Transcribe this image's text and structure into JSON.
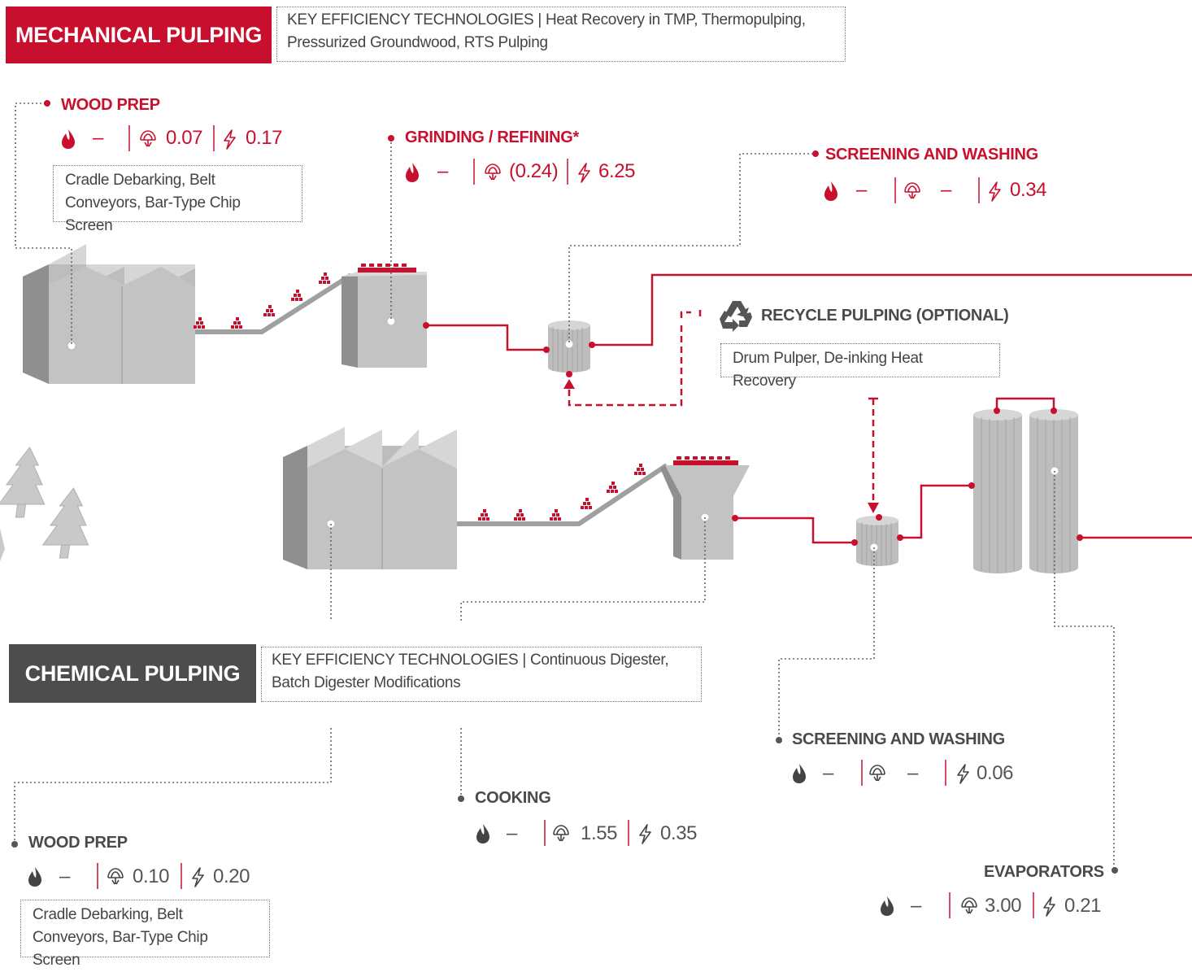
{
  "mechanical": {
    "header": "MECHANICAL PULPING",
    "key_tech": "KEY EFFICIENCY TECHNOLOGIES | Heat Recovery in TMP, Thermopulping, Pressurized Groundwood, RTS Pulping",
    "wood_prep": {
      "title": "WOOD PREP",
      "fuel": "–",
      "steam": "0.07",
      "electricity": "0.17",
      "tech": "Cradle Debarking, Belt Conveyors, Bar-Type Chip Screen"
    },
    "grinding": {
      "title": "GRINDING / REFINING*",
      "fuel": "–",
      "steam": "(0.24)",
      "electricity": "6.25"
    },
    "screening": {
      "title": "SCREENING AND WASHING",
      "fuel": "–",
      "steam": "–",
      "electricity": "0.34"
    }
  },
  "recycle": {
    "title": "RECYCLE PULPING (OPTIONAL)",
    "tech": "Drum Pulper, De-inking Heat Recovery"
  },
  "chemical": {
    "header": "CHEMICAL PULPING",
    "key_tech": "KEY EFFICIENCY TECHNOLOGIES | Continuous Digester, Batch Digester Modifications",
    "wood_prep": {
      "title": "WOOD PREP",
      "fuel": "–",
      "steam": "0.10",
      "electricity": "0.20",
      "tech": "Cradle Debarking, Belt Conveyors, Bar-Type Chip Screen"
    },
    "cooking": {
      "title": "COOKING",
      "fuel": "–",
      "steam": "1.55",
      "electricity": "0.35"
    },
    "screening": {
      "title": "SCREENING AND WASHING",
      "fuel": "–",
      "steam": "–",
      "electricity": "0.06"
    },
    "evaporators": {
      "title": "EVAPORATORS",
      "fuel": "–",
      "steam": "3.00",
      "electricity": "0.21"
    }
  },
  "colors": {
    "accent": "#c8102e",
    "dark_header": "#4d4d4d",
    "machine": "#c4c4c4"
  },
  "icons": {
    "fuel": "flame-icon",
    "steam": "steam-icon",
    "electricity": "lightning-icon",
    "recycle": "recycle-icon"
  }
}
